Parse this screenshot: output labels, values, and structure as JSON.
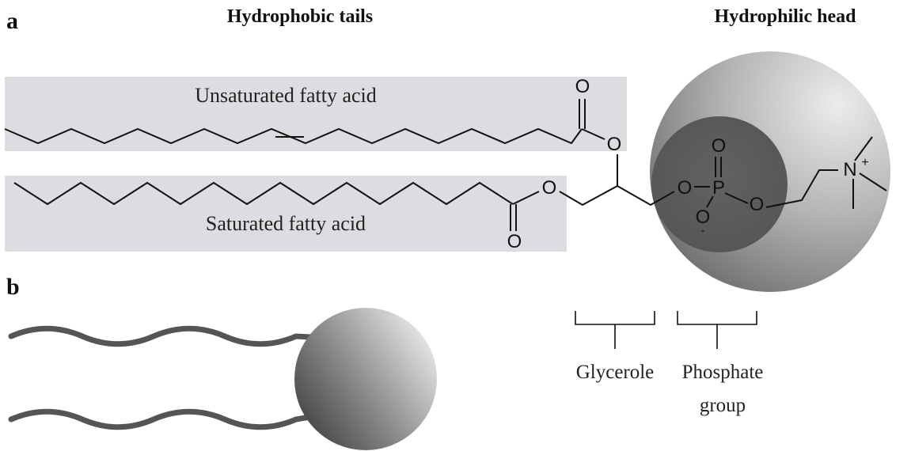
{
  "panels": {
    "a": "a",
    "b": "b"
  },
  "headings": {
    "hydrophobic": "Hydrophobic tails",
    "hydrophilic": "Hydrophilic head"
  },
  "boxes": {
    "unsaturated": "Unsaturated fatty acid",
    "saturated": "Saturated fatty acid"
  },
  "atoms": {
    "oxygen": "O",
    "phosphorus": "P",
    "nitrogen": "N",
    "plus": "+",
    "minus": "-"
  },
  "braces": {
    "glycerol": "Glycerole",
    "phosphate_line1": "Phosphate",
    "phosphate_line2": "group"
  },
  "colors": {
    "box_fill": "#dcdde0",
    "head_outer_light": "#e2e2e2",
    "head_outer_dark": "#6e6e6e",
    "head_inner": "#5f5f5f",
    "tail": "#555555",
    "ball_light": "#eaeaea",
    "ball_dark": "#444444"
  }
}
